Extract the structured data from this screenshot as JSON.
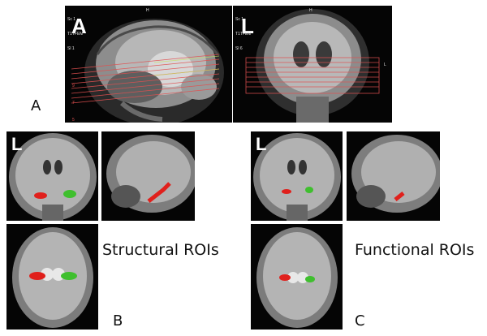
{
  "panel_a": {
    "sagittal": {
      "orientation_letter": "A",
      "header_lines": [
        "Sc 1",
        "T1TFEM",
        "Sl 1"
      ],
      "top_marker": "H",
      "slice_numbers": [
        "9",
        "7",
        "5",
        "3",
        "1",
        "1"
      ]
    },
    "coronal": {
      "orientation_letter": "L",
      "header_lines": [
        "Sc 1",
        "T1TFEM",
        "Sl 6"
      ],
      "top_marker": "H",
      "right_marker": "L"
    },
    "label": "A"
  },
  "panel_b": {
    "orientation_letter": "L",
    "title": "Structural ROIs",
    "label": "B"
  },
  "panel_c": {
    "orientation_letter": "L",
    "title": "Functional ROIs",
    "label": "C"
  },
  "colors": {
    "left_roi": "#e0201c",
    "right_roi": "#3fbf2e",
    "slab_lines": "#e05050",
    "guide_lines": "#c8e060"
  }
}
